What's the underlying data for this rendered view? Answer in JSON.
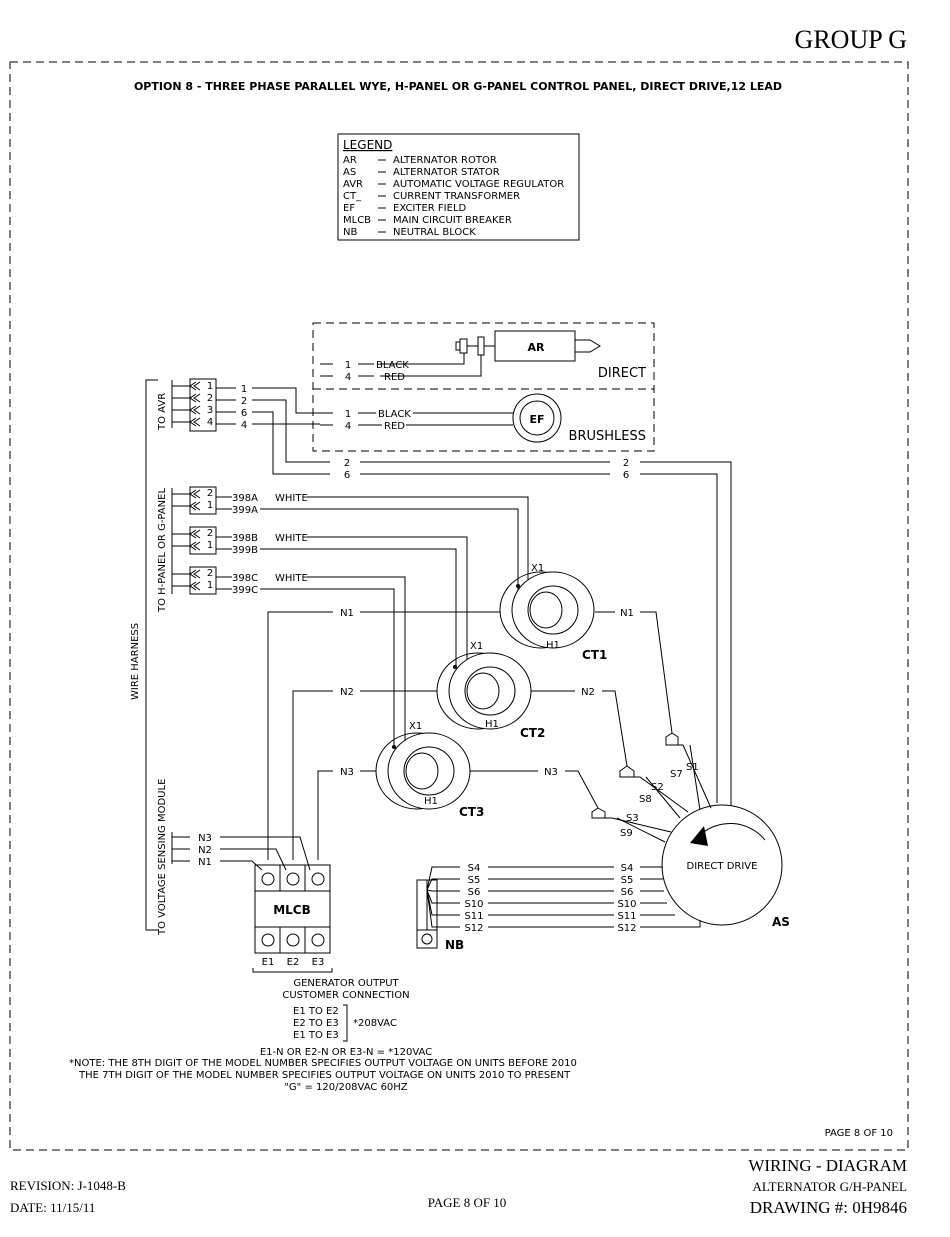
{
  "header": {
    "group": "GROUP G",
    "title": "OPTION 8 - THREE PHASE PARALLEL WYE, H-PANEL OR G-PANEL CONTROL PANEL, DIRECT DRIVE,12 LEAD"
  },
  "legend": {
    "title": "LEGEND",
    "entries": [
      {
        "abbr": "AR",
        "desc": "ALTERNATOR ROTOR"
      },
      {
        "abbr": "AS",
        "desc": "ALTERNATOR STATOR"
      },
      {
        "abbr": "AVR",
        "desc": "AUTOMATIC VOLTAGE REGULATOR"
      },
      {
        "abbr": "CT_",
        "desc": "CURRENT TRANSFORMER"
      },
      {
        "abbr": "EF",
        "desc": "EXCITER FIELD"
      },
      {
        "abbr": "MLCB",
        "desc": "MAIN CIRCUIT BREAKER"
      },
      {
        "abbr": "NB",
        "desc": "NEUTRAL BLOCK"
      }
    ]
  },
  "rotor": {
    "ar": "AR",
    "ef": "EF",
    "direct": "DIRECT",
    "brushless": "BRUSHLESS",
    "black": "BLACK",
    "red": "RED",
    "w1": "1",
    "w4": "4",
    "w2": "2",
    "w6": "6"
  },
  "side": {
    "to_avr": "TO AVR",
    "to_panel": "TO H-PANEL OR G-PANEL",
    "harness": "WIRE HARNESS",
    "to_vsm": "TO VOLTAGE SENSING MODULE"
  },
  "avr_pins": [
    "1",
    "2",
    "3",
    "4"
  ],
  "avr_wires": [
    "1",
    "2",
    "6",
    "4"
  ],
  "ct_pins": [
    "2",
    "1"
  ],
  "ct_wires": {
    "w398a": "398A",
    "w399a": "399A",
    "w398b": "398B",
    "w399b": "399B",
    "w398c": "398C",
    "w399c": "399C",
    "white": "WHITE"
  },
  "ct": {
    "ct1": "CT1",
    "ct2": "CT2",
    "ct3": "CT3",
    "x1": "X1",
    "h1": "H1"
  },
  "neutral": {
    "n1": "N1",
    "n2": "N2",
    "n3": "N3"
  },
  "stator": {
    "label": "DIRECT DRIVE",
    "as": "AS",
    "leads": [
      "S1",
      "S7",
      "S2",
      "S8",
      "S3",
      "S9"
    ],
    "nb_leads": [
      "S4",
      "S5",
      "S6",
      "S10",
      "S11",
      "S12"
    ]
  },
  "mlcb": {
    "label": "MLCB",
    "terms": [
      "E1",
      "E2",
      "E3"
    ]
  },
  "nb": {
    "label": "NB"
  },
  "output": {
    "title1": "GENERATOR OUTPUT",
    "title2": "CUSTOMER CONNECTION",
    "c1": "E1 TO E2",
    "c2": "E2 TO E3",
    "c3": "E1 TO E3",
    "v208": "*208VAC",
    "n_line": "E1-N OR E2-N OR E3-N = *120VAC",
    "note1": "*NOTE: THE 8TH DIGIT OF THE MODEL NUMBER SPECIFIES OUTPUT VOLTAGE ON UNITS BEFORE 2010",
    "note2": "THE 7TH DIGIT OF THE MODEL NUMBER SPECIFIES OUTPUT VOLTAGE ON UNITS 2010 TO PRESENT",
    "note3": "\"G\" = 120/208VAC 60HZ"
  },
  "footer": {
    "page_inner": "PAGE 8 OF 10",
    "revision": "REVISION: J-1048-B",
    "date": "DATE: 11/15/11",
    "page": "PAGE 8 OF 10",
    "wd": "WIRING - DIAGRAM",
    "alt": "ALTERNATOR G/H-PANEL",
    "drawing": "DRAWING #: 0H9846"
  }
}
